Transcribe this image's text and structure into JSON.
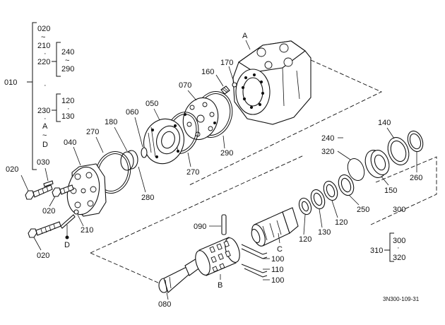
{
  "diagram": {
    "footer_code": "3N300-109-31",
    "bracket_010": {
      "main": "010",
      "group_top": [
        "020",
        "~",
        "210",
        "·",
        "220"
      ],
      "sub_240": [
        "240",
        "~",
        "290"
      ],
      "dot_mid": "·",
      "group_bottom": [
        "230",
        "·",
        "A",
        "~",
        "D"
      ],
      "sub_120": [
        "120",
        "·",
        "130"
      ]
    },
    "bracket_310": {
      "main": "310",
      "items": [
        "300",
        "·",
        "320"
      ]
    },
    "callouts": {
      "A_top": "A",
      "B": "B",
      "C": "C",
      "D": "D",
      "p020_a": "020",
      "p020_b": "020",
      "p020_c": "020",
      "p030": "030",
      "p040": "040",
      "p050": "050",
      "p060": "060",
      "p070": "070",
      "p080": "080",
      "p090": "090",
      "p100_a": "100",
      "p100_b": "100",
      "p110": "110",
      "p120_a": "120",
      "p120_b": "120",
      "p130": "130",
      "p140": "140",
      "p150": "150",
      "p160": "160",
      "p170": "170",
      "p180": "180",
      "p210": "210",
      "p240": "240",
      "p250": "250",
      "p260": "260",
      "p270_a": "270",
      "p270_b": "270",
      "p280": "280",
      "p290": "290",
      "p300": "300",
      "p320": "320"
    }
  }
}
